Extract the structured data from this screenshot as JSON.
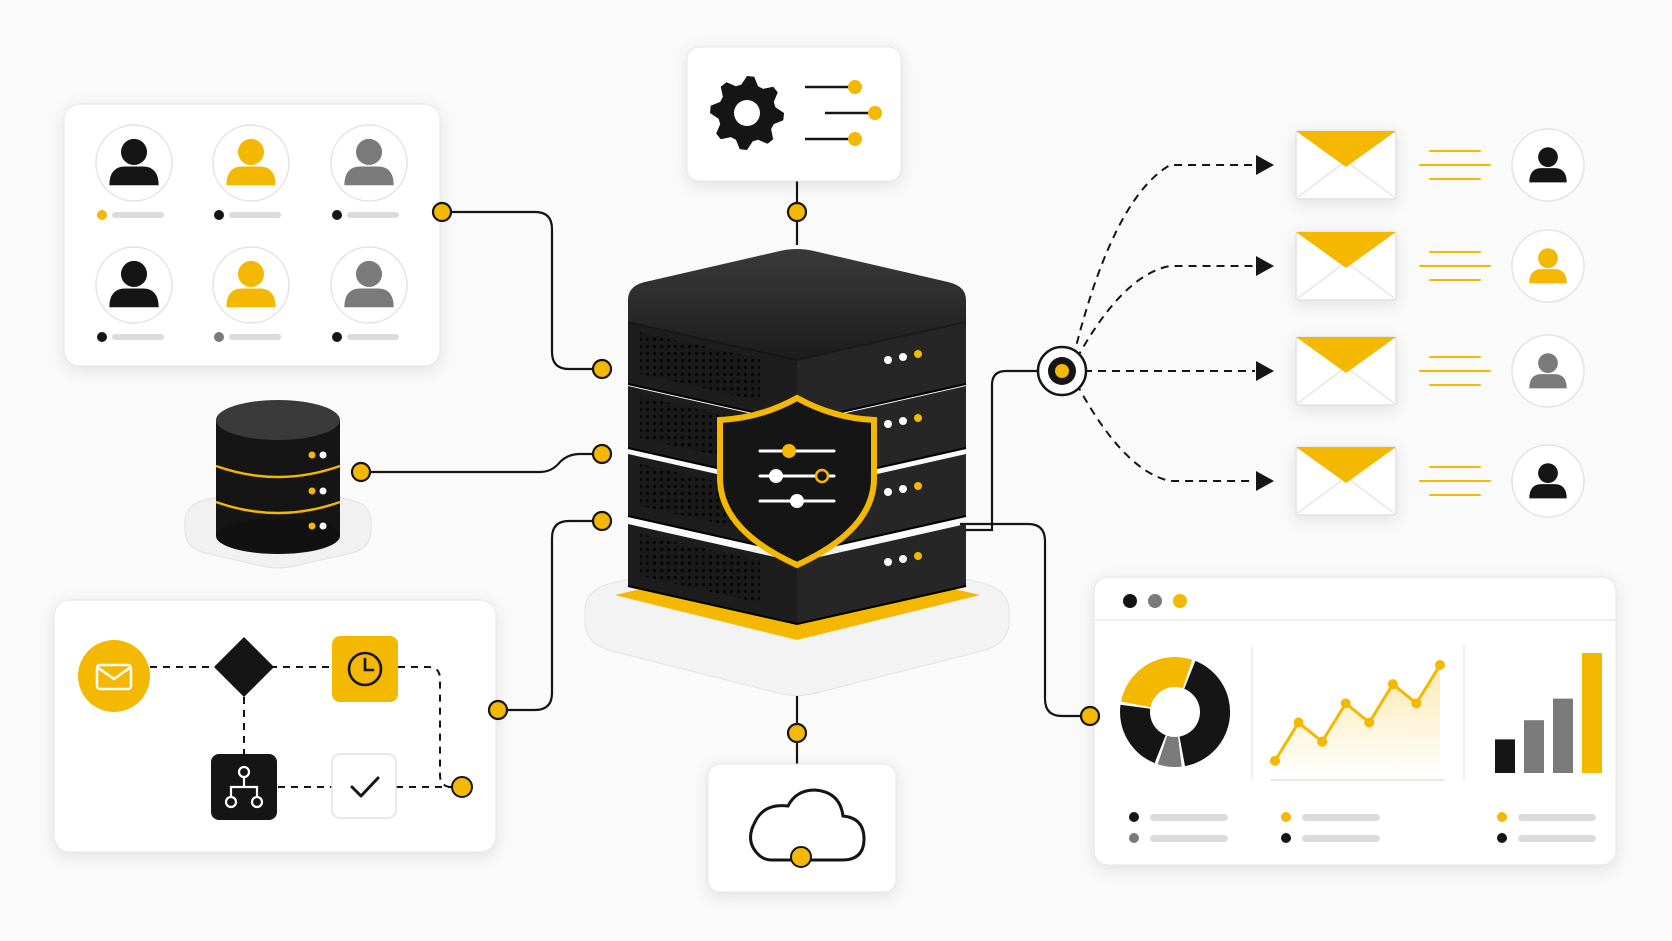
{
  "colors": {
    "accent": "#f5b800",
    "dark": "#151515",
    "gray": "#7a7a7a",
    "light_gray": "#dcdcdc",
    "card": "#ffffff",
    "background": "#fafafa"
  },
  "users_panel": {
    "avatars": [
      {
        "color": "dark",
        "dot": "accent"
      },
      {
        "color": "accent",
        "dot": "dark"
      },
      {
        "color": "gray",
        "dot": "dark"
      },
      {
        "color": "dark",
        "dot": "dark"
      },
      {
        "color": "accent",
        "dot": "gray"
      },
      {
        "color": "gray",
        "dot": "dark"
      }
    ]
  },
  "email_recipients": [
    {
      "avatar_color": "dark"
    },
    {
      "avatar_color": "accent"
    },
    {
      "avatar_color": "gray"
    },
    {
      "avatar_color": "dark"
    }
  ],
  "workflow": {
    "nodes": [
      "email-icon",
      "decision-diamond",
      "clock-icon",
      "hierarchy-icon",
      "check-icon"
    ]
  },
  "dashboard": {
    "window_dots": [
      "dark",
      "gray",
      "accent"
    ],
    "donut_shares": [
      {
        "value": 0.42,
        "color": "dark"
      },
      {
        "value": 0.08,
        "color": "gray"
      },
      {
        "value": 0.22,
        "color": "dark"
      },
      {
        "value": 0.28,
        "color": "accent"
      }
    ],
    "line_values": [
      1,
      3,
      2,
      4,
      3,
      5,
      4,
      6
    ],
    "bar_values": [
      {
        "value": 0.28,
        "color": "dark"
      },
      {
        "value": 0.44,
        "color": "gray"
      },
      {
        "value": 0.62,
        "color": "gray"
      },
      {
        "value": 1.0,
        "color": "accent"
      }
    ]
  },
  "icons": {
    "settings": "gear-icon",
    "security": "shield-sliders-icon",
    "cloud": "cloud-icon",
    "database": "database-icon",
    "hub": "distribution-hub-icon"
  }
}
